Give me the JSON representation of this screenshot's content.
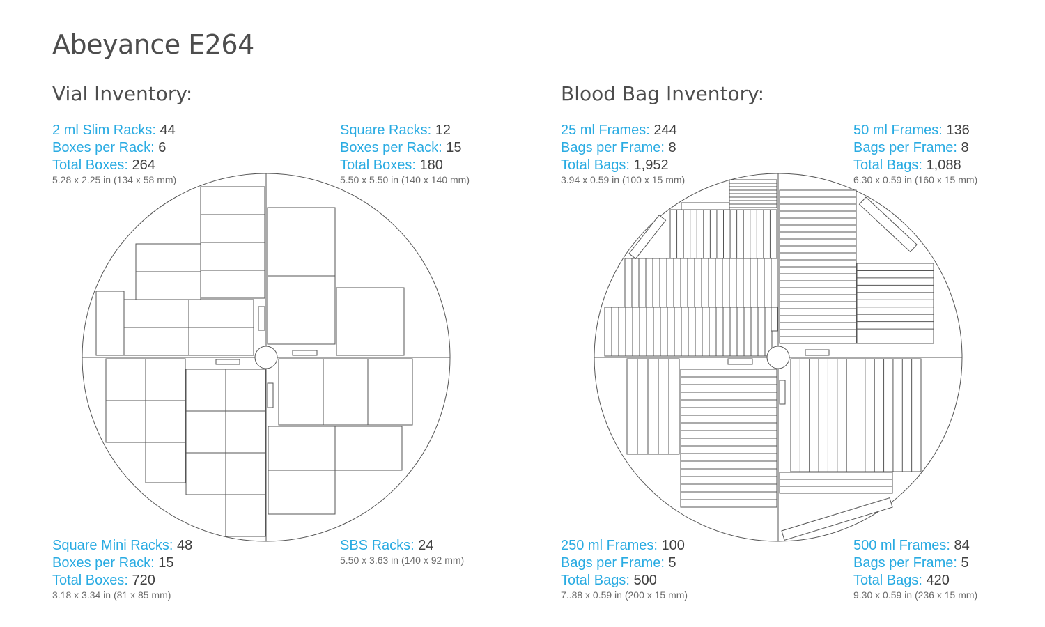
{
  "title": "Abeyance E264",
  "vial": {
    "heading": "Vial Inventory:",
    "quadrants": [
      {
        "id": "tl",
        "rows": [
          {
            "label": "2 ml Slim Racks:",
            "value": "44"
          },
          {
            "label": "Boxes per Rack:",
            "value": "6"
          },
          {
            "label": "Total Boxes:",
            "value": "264"
          }
        ],
        "dims": "5.28 x 2.25 in (134 x 58 mm)"
      },
      {
        "id": "tr",
        "rows": [
          {
            "label": "Square Racks:",
            "value": "12"
          },
          {
            "label": "Boxes per Rack:",
            "value": "15"
          },
          {
            "label": "Total Boxes:",
            "value": "180"
          }
        ],
        "dims": "5.50 x 5.50 in (140 x 140 mm)"
      },
      {
        "id": "bl",
        "rows": [
          {
            "label": "Square Mini Racks:",
            "value": "48"
          },
          {
            "label": "Boxes per Rack:",
            "value": "15"
          },
          {
            "label": "Total Boxes:",
            "value": "720"
          }
        ],
        "dims": "3.18 x 3.34 in (81 x 85 mm)"
      },
      {
        "id": "br",
        "rows": [
          {
            "label": "SBS Racks:",
            "value": "24"
          }
        ],
        "dims": "5.50 x 3.63 in (140 x 92 mm)"
      }
    ]
  },
  "blood": {
    "heading": "Blood Bag Inventory:",
    "quadrants": [
      {
        "id": "tl",
        "rows": [
          {
            "label": "25 ml Frames:",
            "value": "244"
          },
          {
            "label": "Bags per Frame:",
            "value": "8"
          },
          {
            "label": "Total Bags:",
            "value": "1,952"
          }
        ],
        "dims": "3.94 x 0.59 in (100 x 15 mm)"
      },
      {
        "id": "tr",
        "rows": [
          {
            "label": "50 ml Frames:",
            "value": "136"
          },
          {
            "label": "Bags per Frame:",
            "value": "8"
          },
          {
            "label": "Total Bags:",
            "value": "1,088"
          }
        ],
        "dims": "6.30 x 0.59 in (160 x 15 mm)"
      },
      {
        "id": "bl",
        "rows": [
          {
            "label": "250 ml Frames:",
            "value": "100"
          },
          {
            "label": "Bags per Frame:",
            "value": "5"
          },
          {
            "label": "Total Bags:",
            "value": "500"
          }
        ],
        "dims": "7..88 x 0.59 in (200 x 15 mm)"
      },
      {
        "id": "br",
        "rows": [
          {
            "label": "500 ml Frames:",
            "value": "84"
          },
          {
            "label": "Bags per Frame:",
            "value": "5"
          },
          {
            "label": "Total Bags:",
            "value": "420"
          }
        ],
        "dims": "9.30 x 0.59 in (236 x 15 mm)"
      }
    ]
  },
  "colors": {
    "label": "#29abe2",
    "value": "#404040",
    "line": "#555555"
  }
}
